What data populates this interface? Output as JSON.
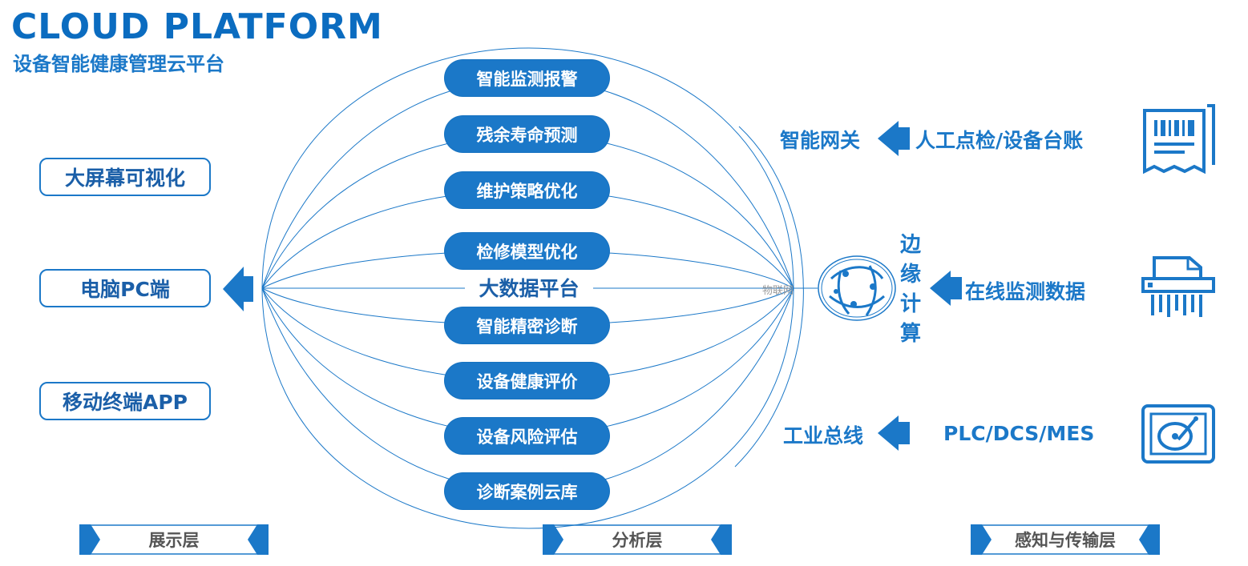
{
  "header": {
    "title": "CLOUD PLATFORM",
    "subtitle": "设备智能健康管理云平台"
  },
  "display_layer": {
    "items": [
      "大屏幕可视化",
      "电脑PC端",
      "移动终端APP"
    ]
  },
  "analysis_layer": {
    "center_label": "大数据平台",
    "pills": [
      "智能监测报警",
      "残余寿命预测",
      "维护策略优化",
      "检修模型优化",
      "智能精密诊断",
      "设备健康评价",
      "设备风险评估",
      "诊断案例云库"
    ]
  },
  "perception_layer": {
    "iot_label": "物联网",
    "edge_computing": [
      "边",
      "缘",
      "计",
      "算"
    ],
    "gateway": "智能网关",
    "bus": "工业总线",
    "sources": [
      "人工点检/设备台账",
      "在线监测数据",
      "PLC/DCS/MES"
    ]
  },
  "layers": [
    "展示层",
    "分析层",
    "感知与传输层"
  ],
  "icons": [
    "receipt-icon",
    "shredder-icon",
    "disk-drive-icon",
    "globe-network-icon"
  ],
  "colors": {
    "primary": "#1b78c8",
    "dark": "#0b6cc0",
    "label": "#555555"
  }
}
